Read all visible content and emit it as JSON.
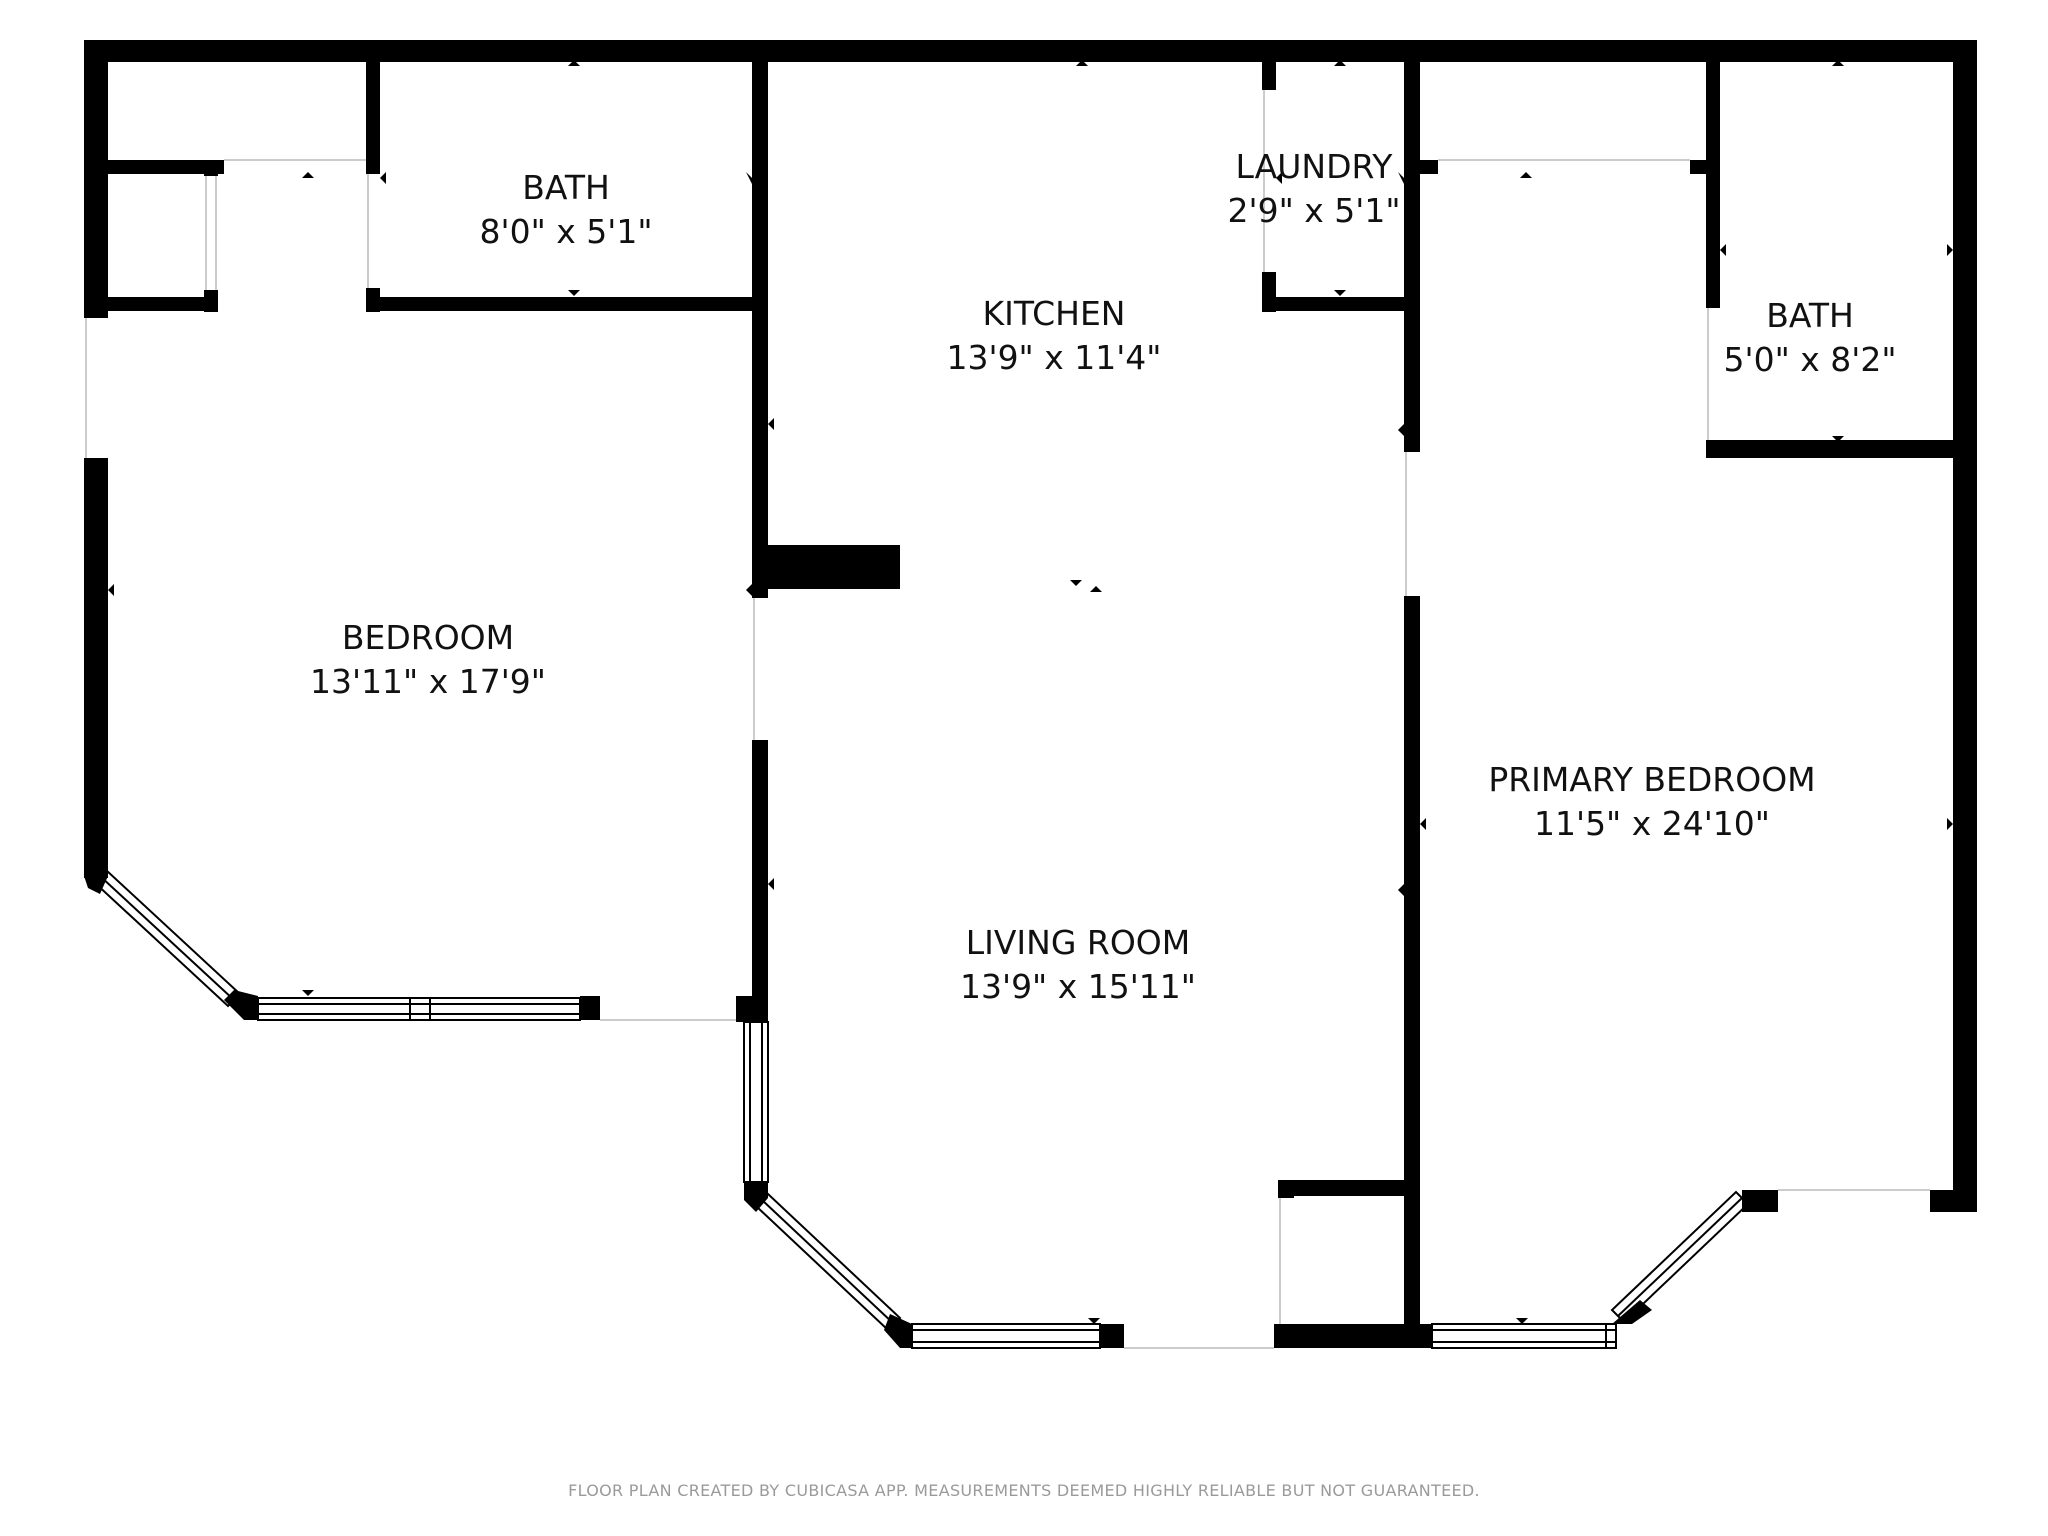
{
  "rooms": {
    "bath_left": {
      "name": "BATH",
      "dimensions": "8'0\" x 5'1\""
    },
    "kitchen": {
      "name": "KITCHEN",
      "dimensions": "13'9\" x 11'4\""
    },
    "laundry": {
      "name": "LAUNDRY",
      "dimensions": "2'9\" x 5'1\""
    },
    "bath_right": {
      "name": "BATH",
      "dimensions": "5'0\" x 8'2\""
    },
    "bedroom": {
      "name": "BEDROOM",
      "dimensions": "13'11\" x 17'9\""
    },
    "primary_bedroom": {
      "name": "PRIMARY BEDROOM",
      "dimensions": "11'5\" x 24'10\""
    },
    "living_room": {
      "name": "LIVING ROOM",
      "dimensions": "13'9\" x 15'11\""
    }
  },
  "footer": {
    "disclaimer": "FLOOR PLAN CREATED BY CUBICASA APP. MEASUREMENTS DEEMED HIGHLY RELIABLE BUT NOT GUARANTEED."
  },
  "colors": {
    "wall": "#000000",
    "background": "#ffffff",
    "text": "#111111",
    "footer_text": "#9a9a9a"
  }
}
